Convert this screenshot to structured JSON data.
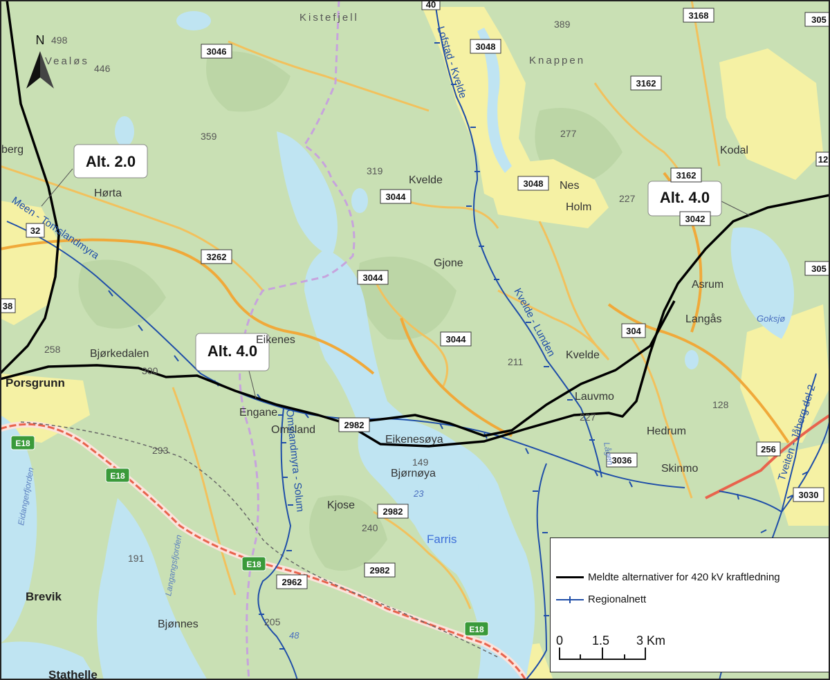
{
  "north_arrow": "N",
  "place_labels": {
    "kistefjell": "Kistefjell",
    "knappen": "Knappen",
    "vealos": "Vealøs",
    "berg": "berg",
    "horta": "Hørta",
    "kvelde": "Kvelde",
    "nes": "Nes",
    "holm": "Holm",
    "kodal": "Kodal",
    "gjone": "Gjone",
    "asrum": "Asrum",
    "langas": "Langås",
    "eikenes": "Eikenes",
    "bjorkedalen": "Bjørkedalen",
    "porsgrunn": "Porsgrunn",
    "engane": "Engane",
    "omsland": "Omsland",
    "eikenesoya": "Eikenesøya",
    "bjornoya": "Bjørnøya",
    "kjose": "Kjose",
    "kvelde_small": "Kvelde",
    "lauvmo": "Lauvmo",
    "hedrum": "Hedrum",
    "skinmo": "Skinmo",
    "brevik": "Brevik",
    "bjonnes": "Bjønnes",
    "stathelle": "Stathelle",
    "farris": "Farris",
    "goksjo": "Goksjø",
    "eidangerfjorden": "Eidangerfjorden",
    "langangsfjorden": "Langangsfjorden",
    "logen": "Lågen"
  },
  "heights": {
    "h498": "498",
    "h446": "446",
    "h389": "389",
    "h359": "359",
    "h319": "319",
    "h277": "277",
    "h227a": "227",
    "h258": "258",
    "h300": "300",
    "h211": "211",
    "h128": "128",
    "h293": "293",
    "h191": "191",
    "h240": "240",
    "h149": "149",
    "h205": "205",
    "h227b": "227",
    "h23": "23",
    "h48": "48"
  },
  "road_shields": {
    "r3046": "3046",
    "r3048a": "3048",
    "r3168": "3168",
    "r305a": "305",
    "r3162a": "3162",
    "r3048b": "3048",
    "r3044a": "3044",
    "r3162b": "3162",
    "r3042": "3042",
    "r32": "32",
    "r3262": "3262",
    "r3044b": "3044",
    "r3044c": "3044",
    "r305b": "305",
    "r304": "304",
    "r38": "38",
    "r2982a": "2982",
    "r2982b": "2982",
    "r2982c": "2982",
    "r3036": "3036",
    "r256": "256",
    "r3030": "3030",
    "r2962": "2962",
    "r40": "40",
    "r12": "12"
  },
  "e18": [
    "E18",
    "E18",
    "E18",
    "E18"
  ],
  "line_labels": {
    "lofstad_kvelde": "Lofstad - Kvelde",
    "meen_tomslandmyra": "Meen - Tomslandmyra",
    "kvelde_lunde": "Kvelde - Lunden",
    "omslandmyra_solum": "Omslandmyra - Solum",
    "tveiten_jaberg": "Tveiten - Jåberg del 2"
  },
  "callouts": {
    "alt20": "Alt. 2.0",
    "alt40_left": "Alt. 4.0",
    "alt40_right": "Alt. 4.0"
  },
  "legend": {
    "items": [
      {
        "label": "Meldte alternativer for 420 kV kraftledning",
        "symbol": "thick-black-line",
        "color": "#000000"
      },
      {
        "label": "Regionalnett",
        "symbol": "blue-line-with-ticks",
        "color": "#1f4ea8"
      }
    ],
    "scale": {
      "ticks": [
        "0",
        "1.5",
        "3 Km"
      ]
    }
  },
  "colors": {
    "land": "#c9e0b4",
    "water": "#bfe4f2",
    "urban": "#f5f1a4",
    "road_major": "#f2b84b",
    "e18": "#e8634d",
    "alternatives_line": "#000000",
    "regional_grid": "#1f4ea8",
    "boundary": "#c7a3dd"
  }
}
